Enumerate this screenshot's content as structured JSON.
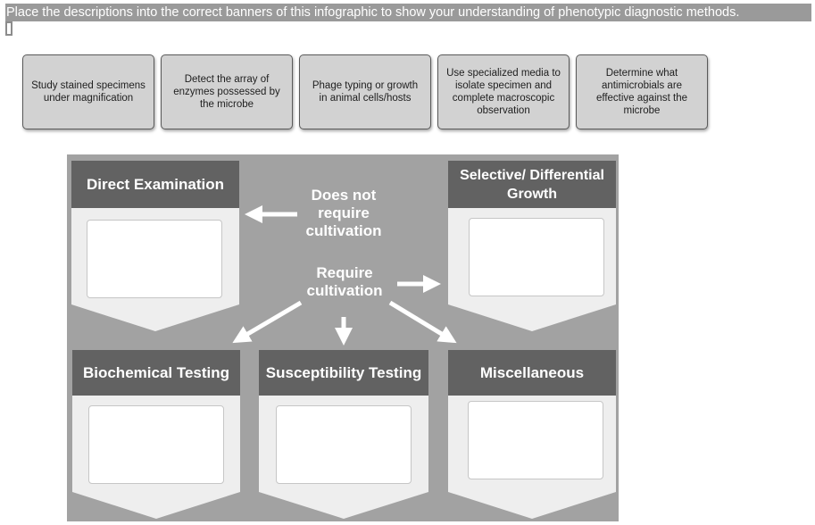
{
  "instructions": "Place the descriptions into the correct banners of this infographic to show your understanding of phenotypic diagnostic methods.",
  "tiles": [
    "Study stained specimens under magnification",
    "Detect the array of enzymes possessed by the microbe",
    "Phage typing or growth in animal cells/hosts",
    "Use specialized media to isolate specimen and complete macroscopic observation",
    "Determine what antimicrobials are effective against the microbe"
  ],
  "infographic": {
    "banners": {
      "direct": "Direct Examination",
      "selective": "Selective/ Differential Growth",
      "biochemical": "Biochemical Testing",
      "susceptibility": "Susceptibility Testing",
      "misc": "Miscellaneous"
    },
    "labels": {
      "no_cultivation": "Does not require cultivation",
      "cultivation": "Require cultivation"
    }
  },
  "colors": {
    "background": "#a2a2a2",
    "banner_head": "#626262",
    "tile": "#d2d2d2"
  }
}
